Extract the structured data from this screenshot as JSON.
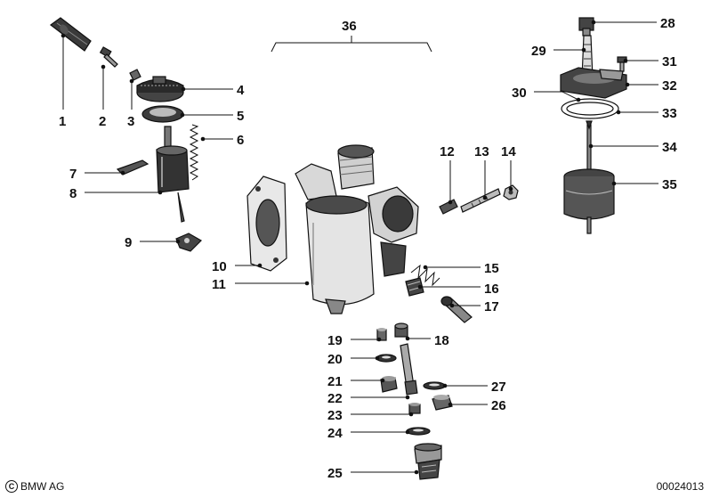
{
  "labels": {
    "p1": "1",
    "p2": "2",
    "p3": "3",
    "p4": "4",
    "p5": "5",
    "p6": "6",
    "p7": "7",
    "p8": "8",
    "p9": "9",
    "p10": "10",
    "p11": "11",
    "p12": "12",
    "p13": "13",
    "p14": "14",
    "p15": "15",
    "p16": "16",
    "p17": "17",
    "p18": "18",
    "p19": "19",
    "p20": "20",
    "p21": "21",
    "p22": "22",
    "p23": "23",
    "p24": "24",
    "p25": "25",
    "p26": "26",
    "p27": "27",
    "p28": "28",
    "p29": "29",
    "p30": "30",
    "p31": "31",
    "p32": "32",
    "p33": "33",
    "p34": "34",
    "p35": "35",
    "p36": "36"
  },
  "footer": {
    "copyright_symbol": "C",
    "copyright_owner": "BMW AG",
    "document_id": "00024013"
  }
}
